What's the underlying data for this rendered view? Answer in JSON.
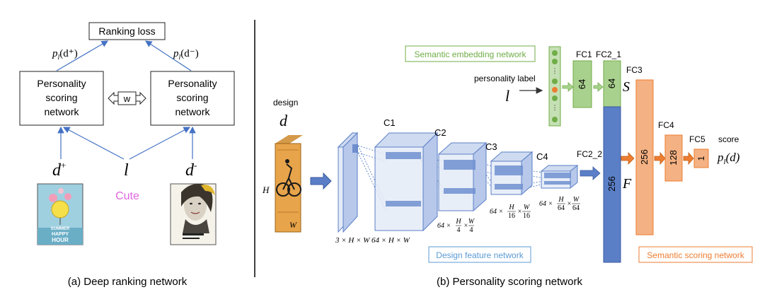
{
  "panel_a": {
    "ranking_loss": "Ranking loss",
    "p_pos": "p",
    "p_pos_sub": "l",
    "p_pos_arg": "(d⁺)",
    "p_neg": "p",
    "p_neg_sub": "l",
    "p_neg_arg": "(d⁻)",
    "left_net": [
      "Personality",
      "scoring",
      "network"
    ],
    "right_net": [
      "Personality",
      "scoring",
      "network"
    ],
    "shared_w": "w",
    "d_pos": "d",
    "d_pos_sup": "+",
    "label_l": "l",
    "d_neg": "d",
    "d_neg_sup": "-",
    "cute_label": "Cute",
    "poster_left_text": [
      "SUMMER",
      "HAPPY",
      "HOUR"
    ],
    "caption": "(a) Deep ranking network"
  },
  "panel_b": {
    "design_label": "design",
    "design_var": "d",
    "h_label": "H",
    "w_label": "W",
    "conv_labels": [
      "C1",
      "C2",
      "C3",
      "C4"
    ],
    "dims": {
      "input": "3 × H × W",
      "c1": "64 × H × W",
      "c2_a": "64 ×",
      "c2_frac_num": "H",
      "c2_frac_den": "4",
      "c2_frac2_num": "W",
      "c2_frac2_den": "4",
      "c3_a": "64 ×",
      "c3_frac_num": "H",
      "c3_frac_den": "16",
      "c3_frac2_num": "W",
      "c3_frac2_den": "16",
      "c4_a": "64 ×",
      "c4_frac_num": "H",
      "c4_frac_den": "64",
      "c4_frac2_num": "W",
      "c4_frac2_den": "64"
    },
    "semantic_embedding_box": "Semantic embedding network",
    "personality_label": "personality label",
    "label_var": "l",
    "fc1": "FC1",
    "fc1_val": "64",
    "fc2_1": "FC2_1",
    "fc2_1_val": "64",
    "s_symbol": "S",
    "fc2_2": "FC2_2",
    "fc2_2_val": "256",
    "f_symbol": "F",
    "fc3": "FC3",
    "fc3_val": "256",
    "fc4": "FC4",
    "fc4_val": "128",
    "fc5": "FC5",
    "fc5_val": "1",
    "score_label": "score",
    "score_p": "p",
    "score_sub": "l",
    "score_arg": "(d)",
    "design_feature_box": "Design feature network",
    "semantic_scoring_box": "Semantic scoring network",
    "caption": "(b) Personality scoring network"
  },
  "colors": {
    "edge_blue": "#4472C4",
    "green_fill": "#A9D18E",
    "green_edge": "#70AD47",
    "orange_fill": "#F4B183",
    "orange_edge": "#ED7D31",
    "blue_fill": "#5B7FC7",
    "cube_fill": "#DAE3F3",
    "cute_pink": "#E066E0"
  }
}
